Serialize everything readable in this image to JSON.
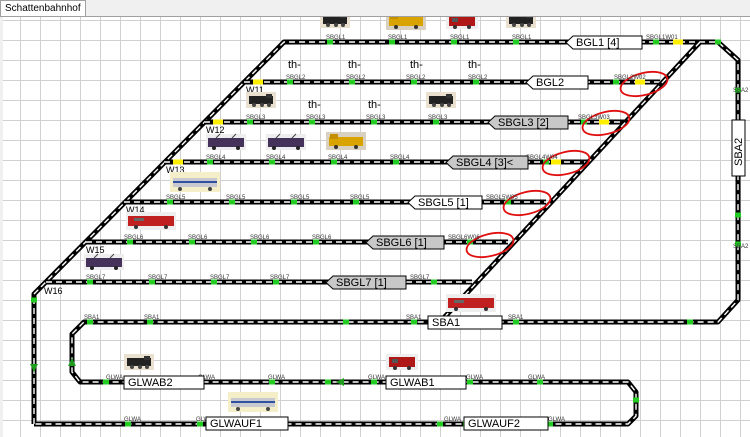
{
  "tab": {
    "label": "Schattenbahnhof"
  },
  "tracks": {
    "sbgl1": {
      "name": "BGL1 [4]",
      "seg": "SBGL1",
      "exit": "SBGL1W01"
    },
    "sbgl2": {
      "name": "BGL2",
      "seg": "SBGL2",
      "exit": "SBGL2W02"
    },
    "sbgl3": {
      "name": "SBGL3 [2]",
      "seg": "SBGL3",
      "exit": "SBGL3W03"
    },
    "sbgl4": {
      "name": "SBGL4 [3]<",
      "seg": "SBGL4",
      "exit": "SBGL4W04"
    },
    "sbgl5": {
      "name": "SBGL5 [1]",
      "seg": "SBGL5",
      "exit": "SBGL5W05"
    },
    "sbgl6": {
      "name": "SBGL6 [1]",
      "seg": "SBGL6",
      "exit": "SBGL6W06"
    },
    "sbgl7": {
      "name": "SBGL7 [1]",
      "seg": "SBGL7"
    },
    "sba1": {
      "name": "SBA1",
      "seg": "SBA1"
    },
    "sba2": {
      "name": "SBA2",
      "seg": "SBA2"
    },
    "glwab1": {
      "name": "GLWAB1",
      "seg": "GLWA"
    },
    "glwab2": {
      "name": "GLWAB2",
      "seg": "GLWA"
    },
    "glwauf1": {
      "name": "GLWAUF1",
      "seg": "GLWA"
    },
    "glwauf2": {
      "name": "GLWAUF2",
      "seg": "GLWA"
    }
  },
  "switches": [
    "W11",
    "W12",
    "W13",
    "W14",
    "W15",
    "W16"
  ],
  "placeholder": "th-",
  "colors": {
    "track": "#000000",
    "sleeper": "#ffffff",
    "sensor": "#22cc22",
    "highlight": "#e01010",
    "occupied": "#ffee00"
  }
}
